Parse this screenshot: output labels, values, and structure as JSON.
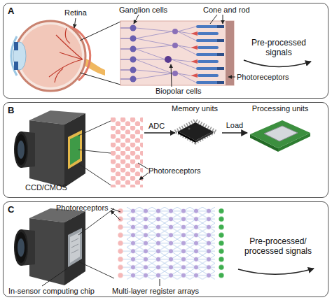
{
  "diagram": {
    "nodes": [
      {
        "text": [
          "A"
        ]
      },
      {
        "text": [
          "B"
        ]
      },
      {
        "text": [
          "Memory units"
        ],
        "in": 1
      },
      {
        "text": [
          "Processing units"
        ],
        "in": 1
      },
      {
        "text": [
          "C"
        ]
      }
    ],
    "edges": [
      {
        "from": 2,
        "to": 3,
        "arrow": "to",
        "label": "Load"
      }
    ],
    "labels": [
      "Retina",
      "Ganglion cells",
      "Cone and rod",
      "Biopolar cells",
      "Photoreceptors",
      "Pre-processed signals",
      "ADC",
      "Photoreceptors",
      "CCD/CMOS",
      "Photoreceptors",
      "In-sensor computing chip",
      "Multi-layer register arrays",
      "Pre-processed/ processed signals"
    ]
  }
}
